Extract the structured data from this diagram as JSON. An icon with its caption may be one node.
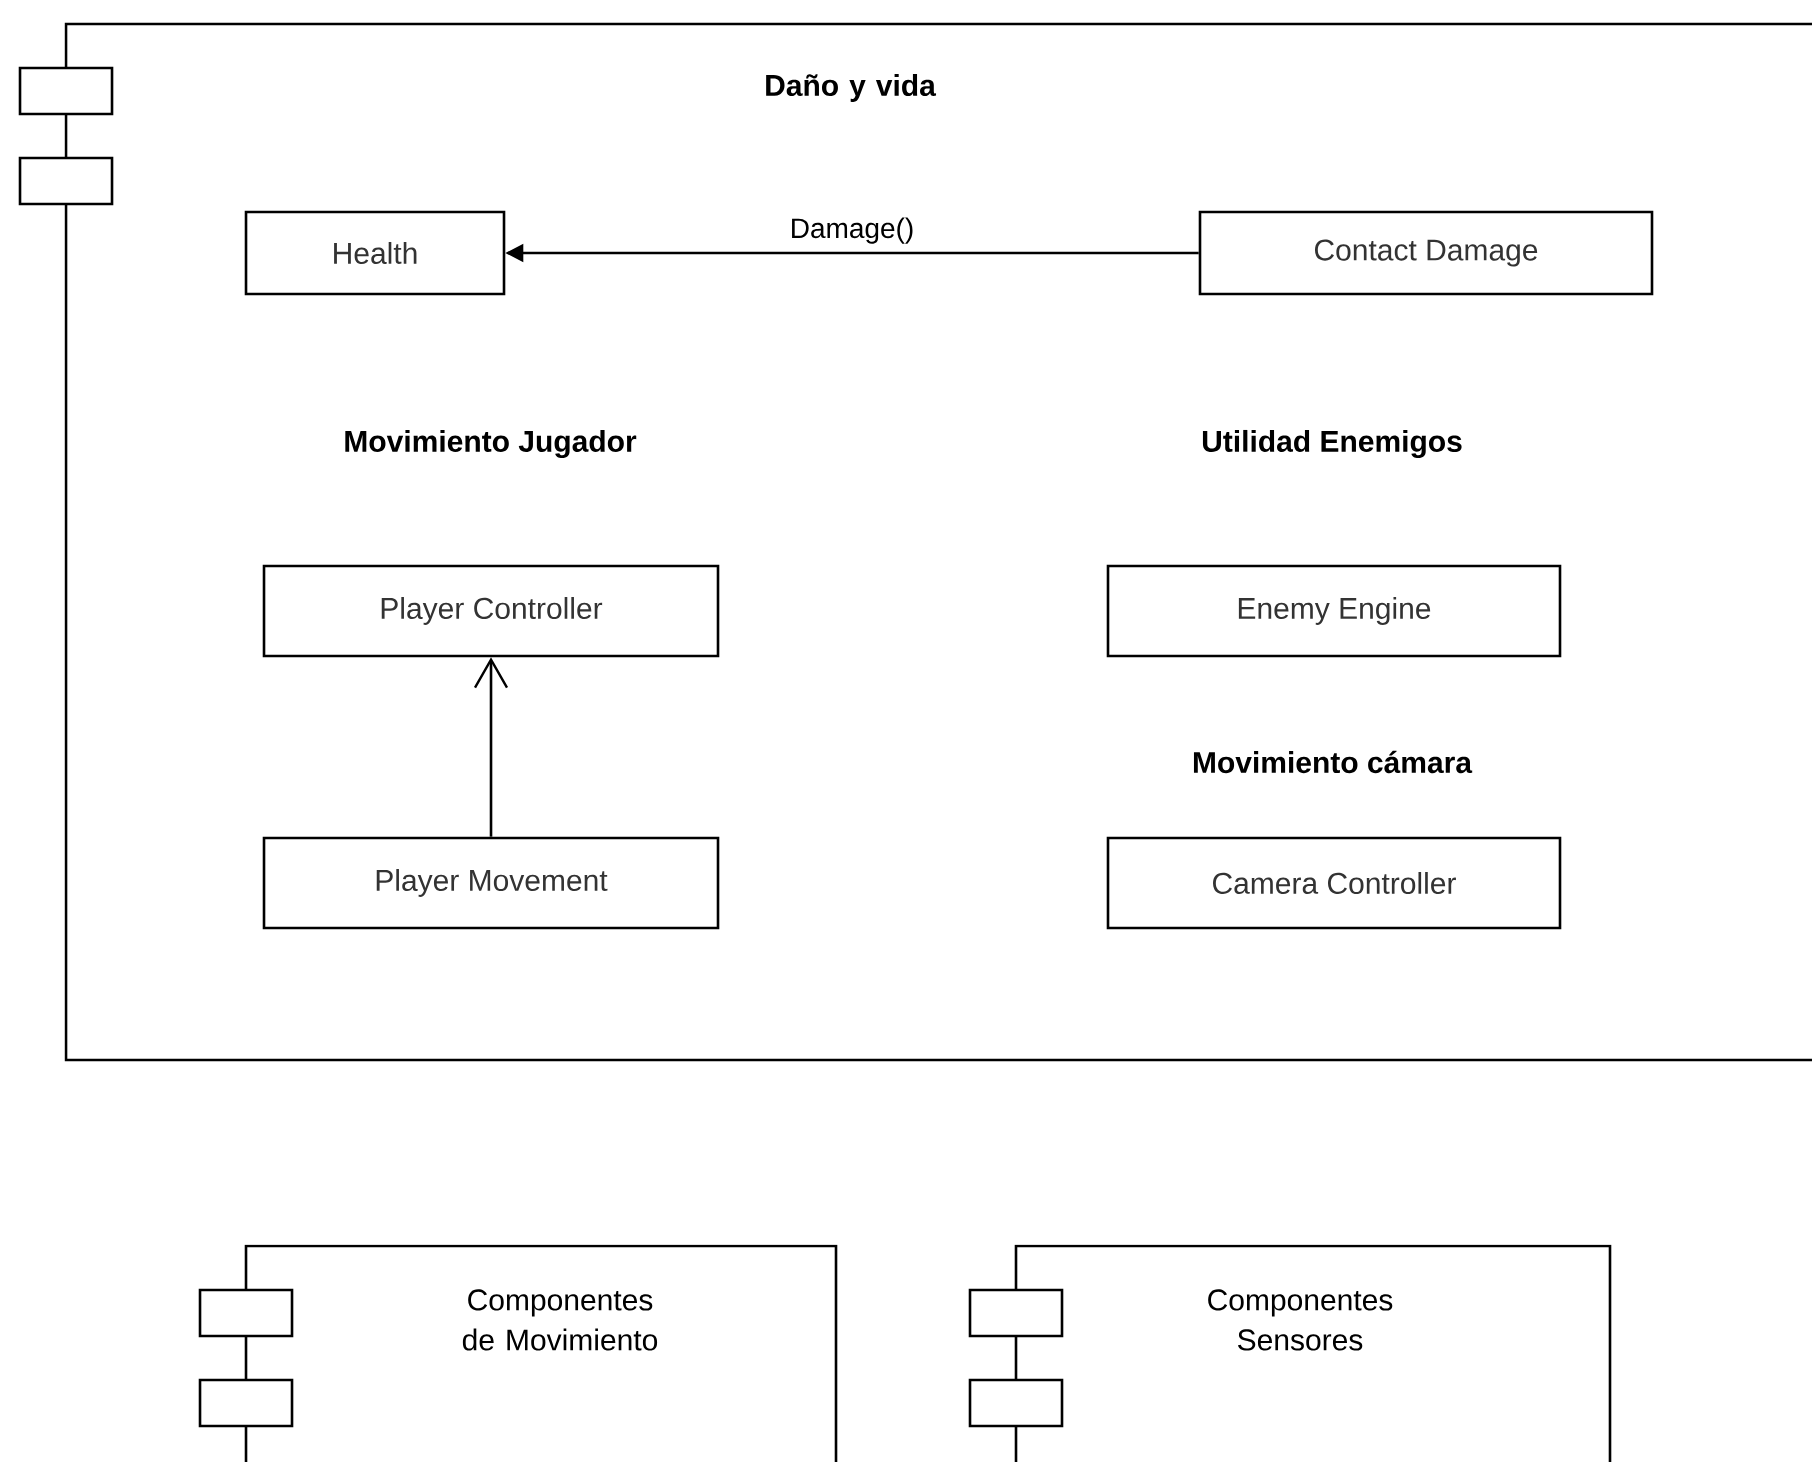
{
  "diagram": {
    "nodes": [
      {
        "text": [
          "Daño y vida"
        ]
      },
      {
        "text": [
          "Health"
        ],
        "in": 0
      },
      {
        "text": [
          "Contact Damage"
        ],
        "in": 0
      },
      {
        "text": [
          "Player Controller"
        ],
        "in": 0
      },
      {
        "text": [
          "Player Movement"
        ],
        "in": 0
      },
      {
        "text": [
          "Enemy Engine"
        ],
        "in": 0
      },
      {
        "text": [
          "Camera Controller"
        ],
        "in": 0
      },
      {
        "text": [
          "Componentes de Movimiento"
        ]
      },
      {
        "text": [
          "Componentes Sensores"
        ]
      }
    ],
    "edges": [
      {
        "from": 2,
        "to": 1,
        "arrow": "to",
        "label": "Damage()"
      },
      {
        "from": 4,
        "to": 3,
        "arrow": "to"
      }
    ],
    "labels": [
      "Movimiento Jugador",
      "Utilidad Enemigos",
      "Movimiento cámara"
    ]
  }
}
